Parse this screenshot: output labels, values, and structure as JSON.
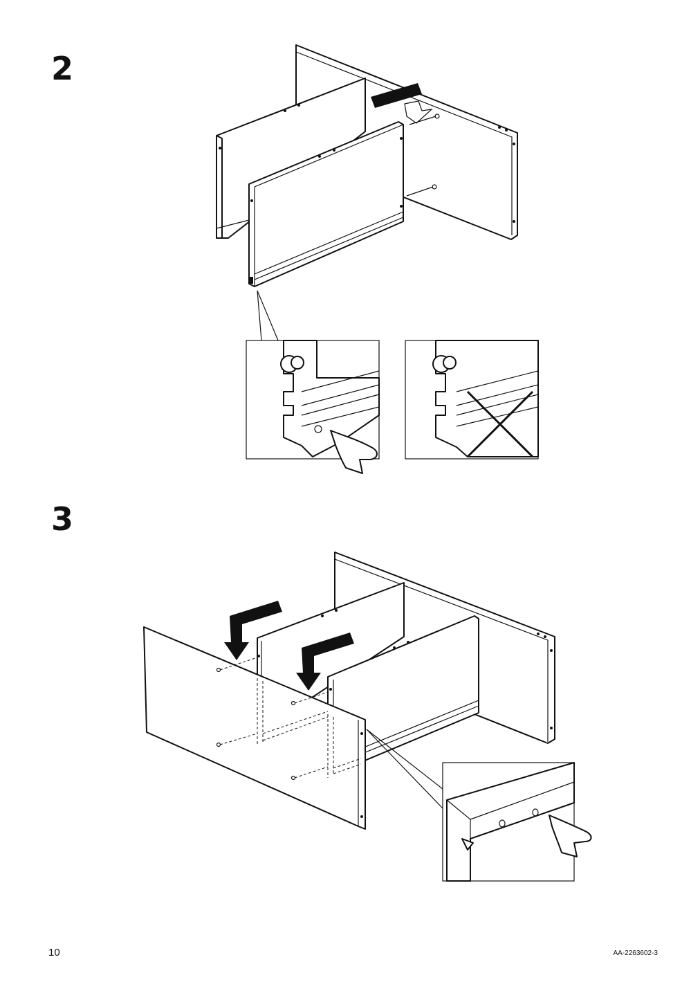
{
  "steps": {
    "step2": {
      "number": "2"
    },
    "step3": {
      "number": "3"
    }
  },
  "footer": {
    "page_number": "10",
    "document_code": "AA-2263602-3"
  }
}
